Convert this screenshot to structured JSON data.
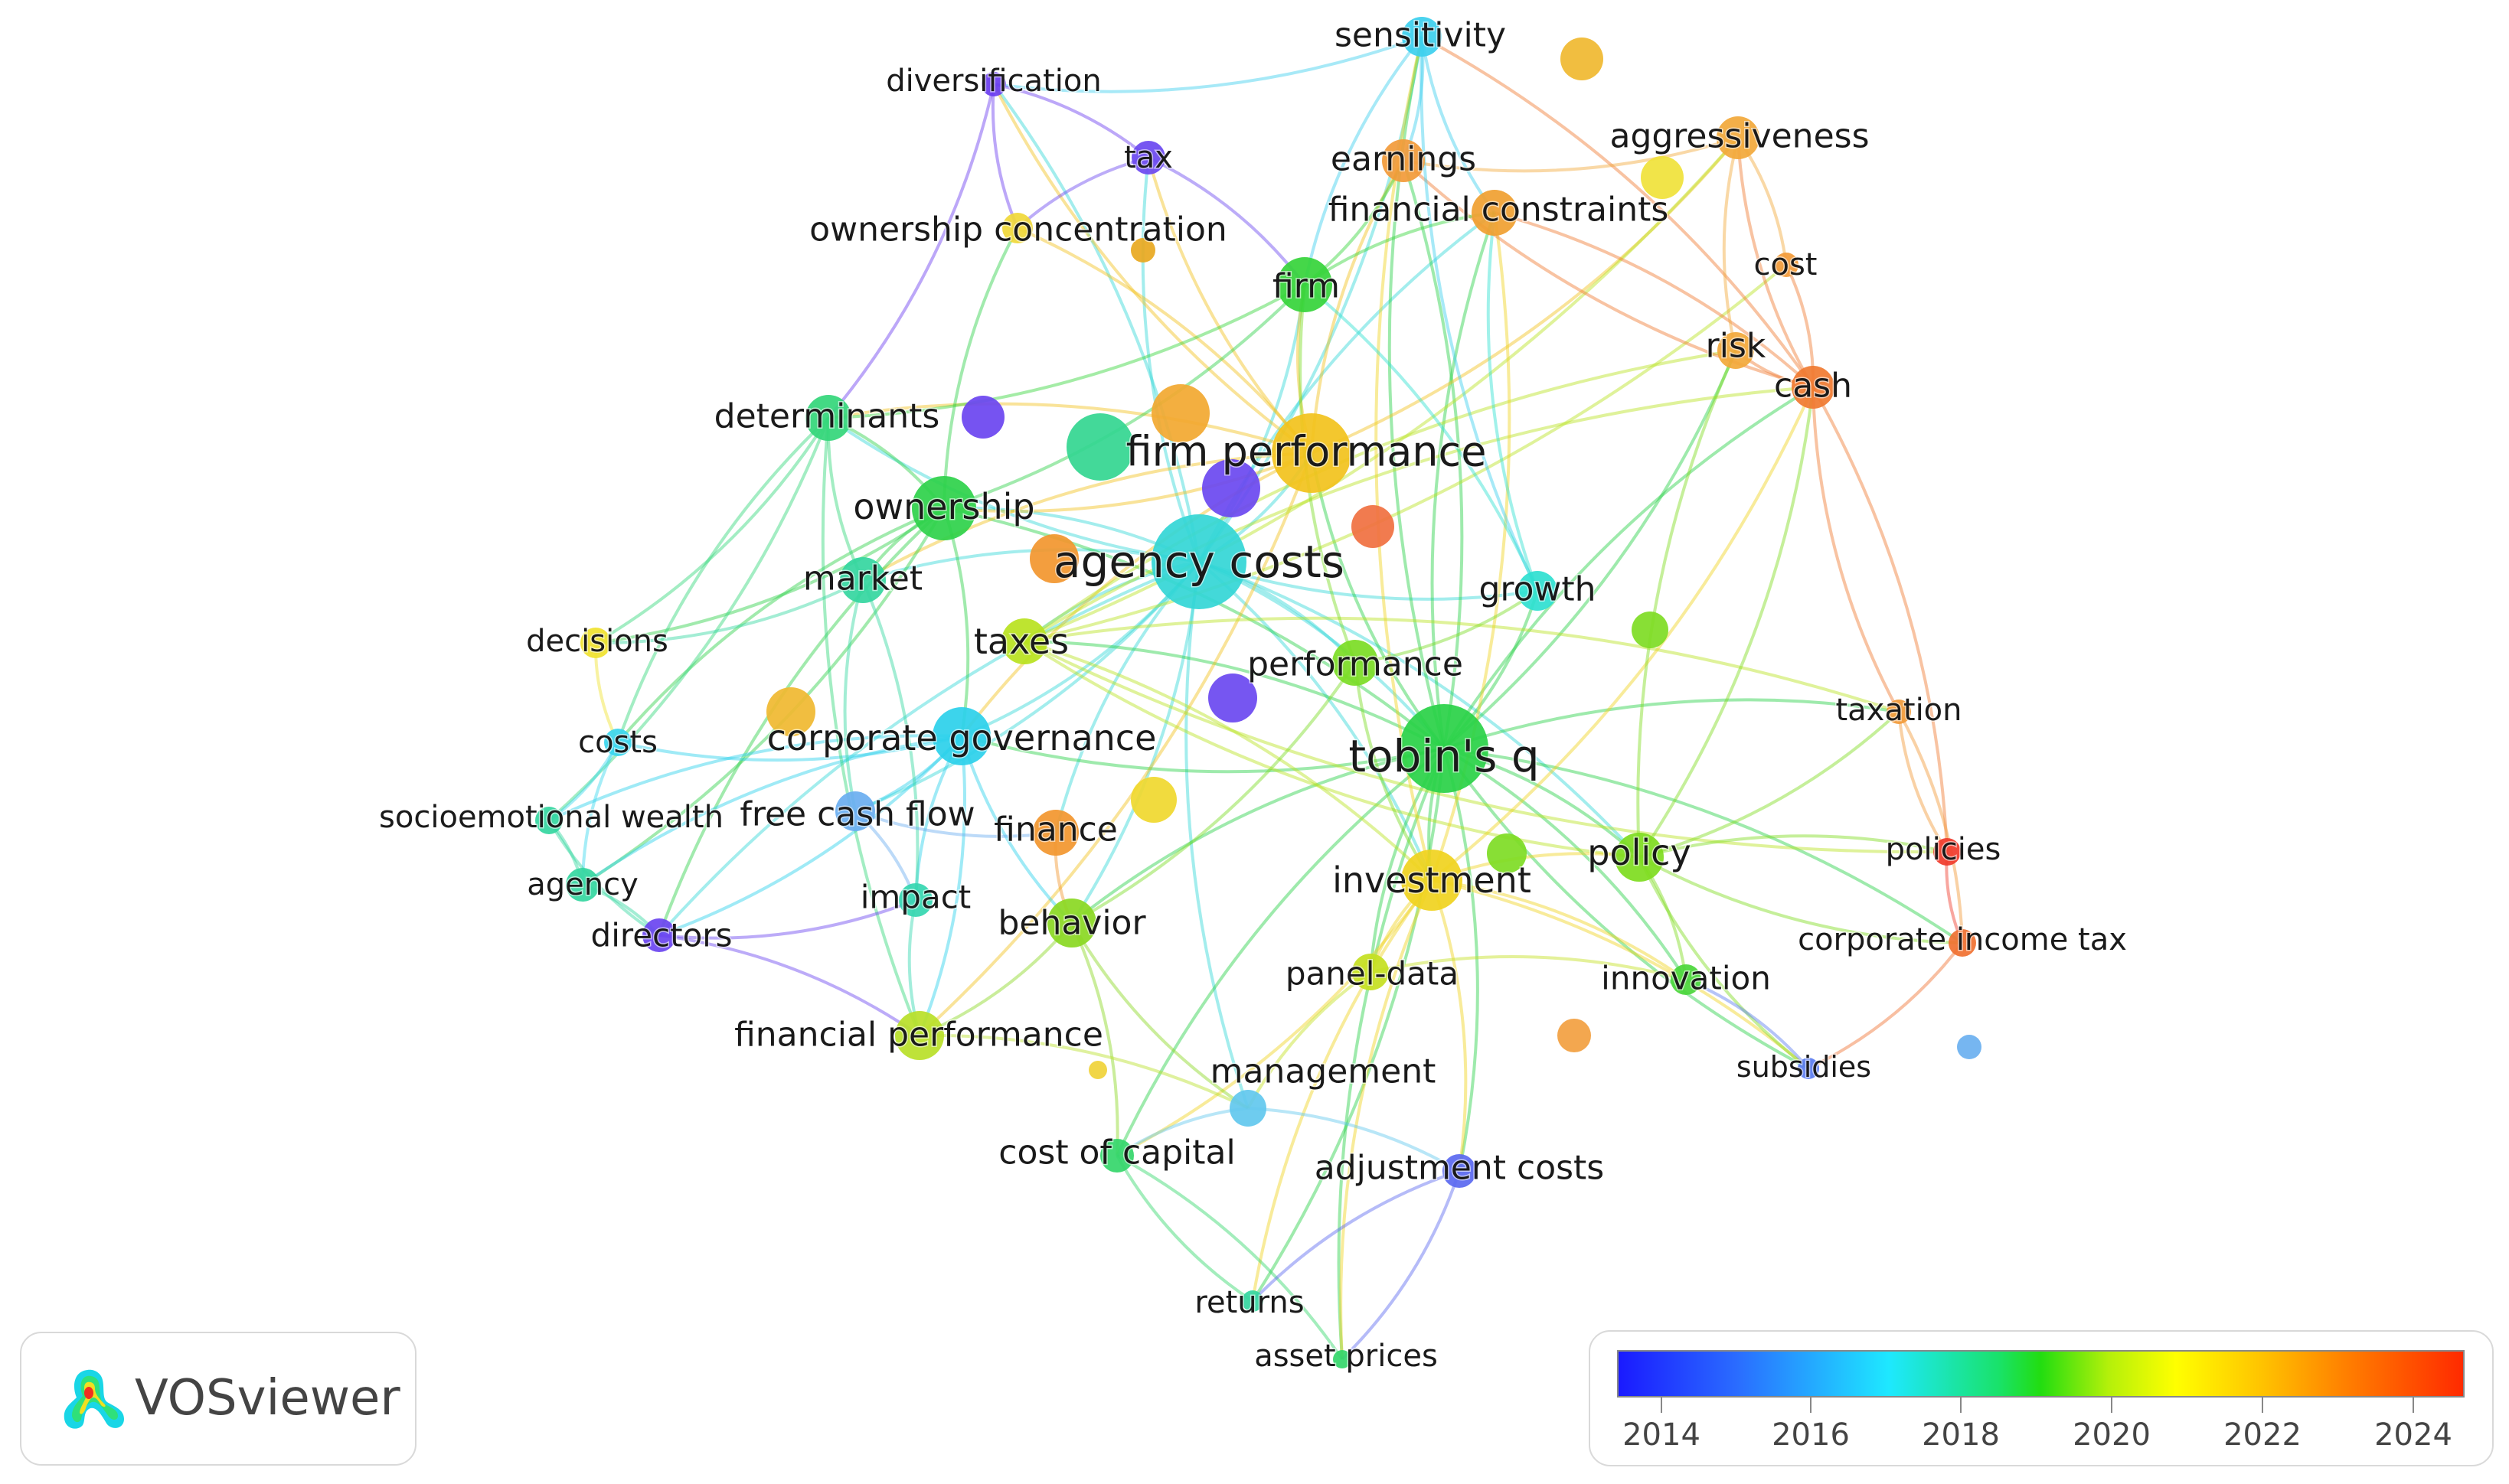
{
  "app": {
    "name": "VOSviewer"
  },
  "legend": {
    "ticks": [
      "2014",
      "2016",
      "2018",
      "2020",
      "2022",
      "2024"
    ]
  },
  "network": {
    "nodes": [
      {
        "id": "agency_costs",
        "label": "agency costs",
        "color": "#33d6d6"
      },
      {
        "id": "firm_performance",
        "label": "firm performance",
        "color": "#f2c21c"
      },
      {
        "id": "tobins_q",
        "label": "tobin's q",
        "color": "#29d147"
      },
      {
        "id": "ownership",
        "label": "ownership",
        "color": "#2ed14a"
      },
      {
        "id": "corporate_governance",
        "label": "corporate governance",
        "color": "#2bd0ea"
      },
      {
        "id": "taxes",
        "label": "taxes",
        "color": "#b8e21e"
      },
      {
        "id": "investment",
        "label": "investment",
        "color": "#f0d21e"
      },
      {
        "id": "policy",
        "label": "policy",
        "color": "#7edc1e"
      },
      {
        "id": "performance",
        "label": "performance",
        "color": "#7bdc24"
      },
      {
        "id": "firm",
        "label": "firm",
        "color": "#35d43a"
      },
      {
        "id": "determinants",
        "label": "determinants",
        "color": "#33d67a"
      },
      {
        "id": "market",
        "label": "market",
        "color": "#34d6a0"
      },
      {
        "id": "growth",
        "label": "growth",
        "color": "#2ee0d0"
      },
      {
        "id": "financial_constraints",
        "label": "financial constraints",
        "color": "#f0a030"
      },
      {
        "id": "earnings",
        "label": "earnings",
        "color": "#f29a38"
      },
      {
        "id": "aggressiveness",
        "label": "aggressiveness",
        "color": "#f2a83a"
      },
      {
        "id": "sensitivity",
        "label": "sensitivity",
        "color": "#3ccfee"
      },
      {
        "id": "diversification",
        "label": "diversification",
        "color": "#6a3cf0"
      },
      {
        "id": "tax",
        "label": "tax",
        "color": "#6a48f0"
      },
      {
        "id": "ownership_concentration",
        "label": "ownership concentration",
        "color": "#f0d838"
      },
      {
        "id": "cost",
        "label": "cost",
        "color": "#f29a38"
      },
      {
        "id": "risk",
        "label": "risk",
        "color": "#f2a83a"
      },
      {
        "id": "cash",
        "label": "cash",
        "color": "#f07a30"
      },
      {
        "id": "decisions",
        "label": "decisions",
        "color": "#f0e22e"
      },
      {
        "id": "costs",
        "label": "costs",
        "color": "#3ad6ee"
      },
      {
        "id": "socioemotional_wealth",
        "label": "socioemotional wealth",
        "color": "#34d6a0"
      },
      {
        "id": "free_cash_flow",
        "label": "free cash flow",
        "color": "#6aaef0"
      },
      {
        "id": "finance",
        "label": "finance",
        "color": "#f2962e"
      },
      {
        "id": "agency",
        "label": "agency",
        "color": "#34d6a0"
      },
      {
        "id": "directors",
        "label": "directors",
        "color": "#6a44f0"
      },
      {
        "id": "impact",
        "label": "impact",
        "color": "#34d6b0"
      },
      {
        "id": "behavior",
        "label": "behavior",
        "color": "#8ad822"
      },
      {
        "id": "panel_data",
        "label": "panel-data",
        "color": "#c4e020"
      },
      {
        "id": "innovation",
        "label": "innovation",
        "color": "#4ad63a"
      },
      {
        "id": "taxation",
        "label": "taxation",
        "color": "#f29a38"
      },
      {
        "id": "policies",
        "label": "policies",
        "color": "#f03a2a"
      },
      {
        "id": "corporate_income_tax",
        "label": "corporate income tax",
        "color": "#f07030"
      },
      {
        "id": "subsidies",
        "label": "subsidies",
        "color": "#5a7cf0"
      },
      {
        "id": "financial_performance",
        "label": "financial performance",
        "color": "#b8e028"
      },
      {
        "id": "management",
        "label": "management",
        "color": "#62c8ee"
      },
      {
        "id": "cost_of_capital",
        "label": "cost of capital",
        "color": "#34d66a"
      },
      {
        "id": "adjustment_costs",
        "label": "adjustment costs",
        "color": "#5a68f0"
      },
      {
        "id": "returns",
        "label": "returns",
        "color": "#34d6a0"
      },
      {
        "id": "asset_prices",
        "label": "asset prices",
        "color": "#34d66a"
      },
      {
        "id": "u1",
        "label": "",
        "color": "#f2a830"
      },
      {
        "id": "u2",
        "label": "",
        "color": "#f0d238"
      },
      {
        "id": "u3",
        "label": "",
        "color": "#e8a820"
      },
      {
        "id": "u4",
        "label": "",
        "color": "#6a48f0"
      },
      {
        "id": "u5",
        "label": "",
        "color": "#33d690"
      },
      {
        "id": "u6",
        "label": "",
        "color": "#f0b830"
      },
      {
        "id": "u7",
        "label": "",
        "color": "#6a44f0"
      },
      {
        "id": "u8",
        "label": "",
        "color": "#f07040"
      },
      {
        "id": "u9",
        "label": "",
        "color": "#f2962e"
      },
      {
        "id": "u10",
        "label": "",
        "color": "#7edc24"
      },
      {
        "id": "u11",
        "label": "",
        "color": "#6a48f0"
      },
      {
        "id": "u12",
        "label": "",
        "color": "#f0d82e"
      },
      {
        "id": "u13",
        "label": "",
        "color": "#f0b830"
      },
      {
        "id": "u14",
        "label": "",
        "color": "#7edc24"
      },
      {
        "id": "u15",
        "label": "",
        "color": "#f0e23a"
      },
      {
        "id": "u16",
        "label": "",
        "color": "#f2a040"
      },
      {
        "id": "u17",
        "label": "",
        "color": "#6ab0f0"
      }
    ],
    "edges": [
      [
        "agency_costs",
        "firm_performance"
      ],
      [
        "agency_costs",
        "tobins_q"
      ],
      [
        "agency_costs",
        "ownership"
      ],
      [
        "agency_costs",
        "corporate_governance"
      ],
      [
        "agency_costs",
        "taxes"
      ],
      [
        "agency_costs",
        "performance"
      ],
      [
        "agency_costs",
        "firm"
      ],
      [
        "agency_costs",
        "determinants"
      ],
      [
        "agency_costs",
        "market"
      ],
      [
        "agency_costs",
        "free_cash_flow"
      ],
      [
        "agency_costs",
        "directors"
      ],
      [
        "agency_costs",
        "investment"
      ],
      [
        "agency_costs",
        "sensitivity"
      ],
      [
        "agency_costs",
        "tax"
      ],
      [
        "agency_costs",
        "diversification"
      ],
      [
        "agency_costs",
        "financial_constraints"
      ],
      [
        "agency_costs",
        "growth"
      ],
      [
        "agency_costs",
        "policy"
      ],
      [
        "agency_costs",
        "finance"
      ],
      [
        "agency_costs",
        "behavior"
      ],
      [
        "agency_costs",
        "management"
      ],
      [
        "tobins_q",
        "firm_performance"
      ],
      [
        "tobins_q",
        "investment"
      ],
      [
        "tobins_q",
        "policy"
      ],
      [
        "tobins_q",
        "growth"
      ],
      [
        "tobins_q",
        "cash"
      ],
      [
        "tobins_q",
        "risk"
      ],
      [
        "tobins_q",
        "adjustment_costs"
      ],
      [
        "tobins_q",
        "cost_of_capital"
      ],
      [
        "tobins_q",
        "returns"
      ],
      [
        "tobins_q",
        "asset_prices"
      ],
      [
        "tobins_q",
        "innovation"
      ],
      [
        "tobins_q",
        "panel_data"
      ],
      [
        "tobins_q",
        "financial_constraints"
      ],
      [
        "tobins_q",
        "earnings"
      ],
      [
        "tobins_q",
        "sensitivity"
      ],
      [
        "tobins_q",
        "taxes"
      ],
      [
        "tobins_q",
        "corporate_governance"
      ],
      [
        "tobins_q",
        "ownership"
      ],
      [
        "tobins_q",
        "taxation"
      ],
      [
        "tobins_q",
        "subsidies"
      ],
      [
        "tobins_q",
        "corporate_income_tax"
      ],
      [
        "tobins_q",
        "behavior"
      ],
      [
        "firm_performance",
        "ownership"
      ],
      [
        "firm_performance",
        "corporate_governance"
      ],
      [
        "firm_performance",
        "firm"
      ],
      [
        "firm_performance",
        "determinants"
      ],
      [
        "firm_performance",
        "tax"
      ],
      [
        "firm_performance",
        "ownership_concentration"
      ],
      [
        "firm_performance",
        "diversification"
      ],
      [
        "firm_performance",
        "market"
      ],
      [
        "firm_performance",
        "financial_performance"
      ],
      [
        "firm_performance",
        "aggressiveness"
      ],
      [
        "firm_performance",
        "earnings"
      ],
      [
        "ownership",
        "determinants"
      ],
      [
        "ownership",
        "corporate_governance"
      ],
      [
        "ownership",
        "market"
      ],
      [
        "ownership",
        "ownership_concentration"
      ],
      [
        "ownership",
        "directors"
      ],
      [
        "ownership",
        "agency"
      ],
      [
        "ownership",
        "costs"
      ],
      [
        "ownership",
        "decisions"
      ],
      [
        "ownership",
        "firm"
      ],
      [
        "corporate_governance",
        "directors"
      ],
      [
        "corporate_governance",
        "socioemotional_wealth"
      ],
      [
        "corporate_governance",
        "costs"
      ],
      [
        "corporate_governance",
        "agency"
      ],
      [
        "corporate_governance",
        "free_cash_flow"
      ],
      [
        "corporate_governance",
        "impact"
      ],
      [
        "corporate_governance",
        "financial_performance"
      ],
      [
        "corporate_governance",
        "behavior"
      ],
      [
        "taxes",
        "investment"
      ],
      [
        "taxes",
        "policy"
      ],
      [
        "taxes",
        "cash"
      ],
      [
        "taxes",
        "aggressiveness"
      ],
      [
        "taxes",
        "risk"
      ],
      [
        "taxes",
        "cost"
      ],
      [
        "taxes",
        "taxation"
      ],
      [
        "taxes",
        "policies"
      ],
      [
        "investment",
        "policy"
      ],
      [
        "investment",
        "cash"
      ],
      [
        "investment",
        "sensitivity"
      ],
      [
        "investment",
        "financial_constraints"
      ],
      [
        "investment",
        "adjustment_costs"
      ],
      [
        "investment",
        "panel_data"
      ],
      [
        "investment",
        "innovation"
      ],
      [
        "investment",
        "returns"
      ],
      [
        "investment",
        "cost_of_capital"
      ],
      [
        "investment",
        "asset_prices"
      ],
      [
        "investment",
        "subsidies"
      ],
      [
        "policy",
        "cash"
      ],
      [
        "policy",
        "risk"
      ],
      [
        "policy",
        "taxation"
      ],
      [
        "policy",
        "policies"
      ],
      [
        "policy",
        "corporate_income_tax"
      ],
      [
        "policy",
        "innovation"
      ],
      [
        "policy",
        "subsidies"
      ],
      [
        "cash",
        "risk"
      ],
      [
        "cash",
        "cost"
      ],
      [
        "cash",
        "aggressiveness"
      ],
      [
        "cash",
        "financial_constraints"
      ],
      [
        "cash",
        "earnings"
      ],
      [
        "cash",
        "taxation"
      ],
      [
        "cash",
        "policies"
      ],
      [
        "cash",
        "sensitivity"
      ],
      [
        "aggressiveness",
        "earnings"
      ],
      [
        "aggressiveness",
        "risk"
      ],
      [
        "aggressiveness",
        "cost"
      ],
      [
        "sensitivity",
        "financial_constraints"
      ],
      [
        "sensitivity",
        "earnings"
      ],
      [
        "sensitivity",
        "firm"
      ],
      [
        "sensitivity",
        "diversification"
      ],
      [
        "sensitivity",
        "growth"
      ],
      [
        "diversification",
        "tax"
      ],
      [
        "diversification",
        "ownership_concentration"
      ],
      [
        "diversification",
        "determinants"
      ],
      [
        "tax",
        "ownership_concentration"
      ],
      [
        "tax",
        "firm"
      ],
      [
        "determinants",
        "market"
      ],
      [
        "determinants",
        "decisions"
      ],
      [
        "determinants",
        "costs"
      ],
      [
        "determinants",
        "socioemotional_wealth"
      ],
      [
        "determinants",
        "financial_performance"
      ],
      [
        "market",
        "decisions"
      ],
      [
        "market",
        "free_cash_flow"
      ],
      [
        "market",
        "impact"
      ],
      [
        "decisions",
        "costs"
      ],
      [
        "costs",
        "socioemotional_wealth"
      ],
      [
        "costs",
        "agency"
      ],
      [
        "socioemotional_wealth",
        "agency"
      ],
      [
        "socioemotional_wealth",
        "directors"
      ],
      [
        "agency",
        "directors"
      ],
      [
        "directors",
        "impact"
      ],
      [
        "directors",
        "financial_performance"
      ],
      [
        "free_cash_flow",
        "finance"
      ],
      [
        "free_cash_flow",
        "impact"
      ],
      [
        "finance",
        "behavior"
      ],
      [
        "behavior",
        "financial_performance"
      ],
      [
        "behavior",
        "management"
      ],
      [
        "behavior",
        "cost_of_capital"
      ],
      [
        "impact",
        "financial_performance"
      ],
      [
        "financial_performance",
        "management"
      ],
      [
        "management",
        "cost_of_capital"
      ],
      [
        "management",
        "adjustment_costs"
      ],
      [
        "cost_of_capital",
        "returns"
      ],
      [
        "cost_of_capital",
        "asset_prices"
      ],
      [
        "adjustment_costs",
        "returns"
      ],
      [
        "adjustment_costs",
        "asset_prices"
      ],
      [
        "performance",
        "growth"
      ],
      [
        "performance",
        "firm"
      ],
      [
        "performance",
        "investment"
      ],
      [
        "performance",
        "behavior"
      ],
      [
        "growth",
        "firm"
      ],
      [
        "growth",
        "financial_constraints"
      ],
      [
        "taxation",
        "policies"
      ],
      [
        "taxation",
        "corporate_income_tax"
      ],
      [
        "policies",
        "corporate_income_tax"
      ],
      [
        "corporate_income_tax",
        "subsidies"
      ],
      [
        "subsidies",
        "innovation"
      ],
      [
        "panel_data",
        "innovation"
      ],
      [
        "panel_data",
        "management"
      ],
      [
        "firm",
        "financial_constraints"
      ],
      [
        "firm",
        "earnings"
      ],
      [
        "firm",
        "determinants"
      ]
    ]
  }
}
